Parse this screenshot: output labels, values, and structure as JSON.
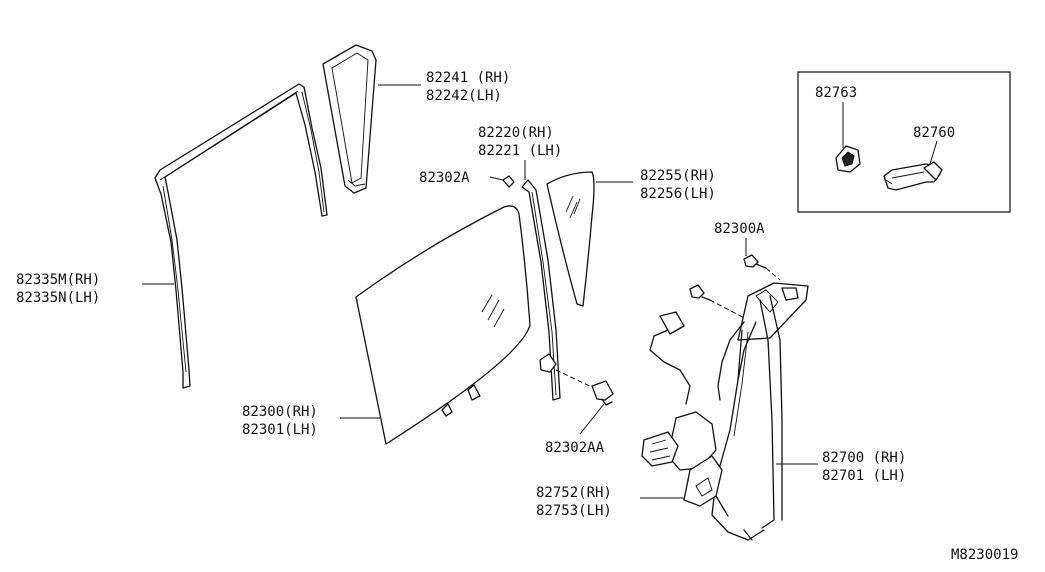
{
  "diagram_id": "M8230019",
  "labels": {
    "p82241": "82241 (RH)",
    "p82242": "82242(LH)",
    "p82220": "82220(RH)",
    "p82221": "82221 (LH)",
    "p82302A": "82302A",
    "p82255": "82255(RH)",
    "p82256": "82256(LH)",
    "p82763": "82763",
    "p82760": "82760",
    "p82300A": "82300A",
    "p82335M": "82335M(RH)",
    "p82335N": "82335N(LH)",
    "p82300": "82300(RH)",
    "p82301": "82301(LH)",
    "p82302AA": "82302AA",
    "p82700": "82700 (RH)",
    "p82701": "82701 (LH)",
    "p82752": "82752(RH)",
    "p82753": "82753(LH)"
  },
  "colors": {
    "line": "#111111",
    "background": "#ffffff"
  }
}
